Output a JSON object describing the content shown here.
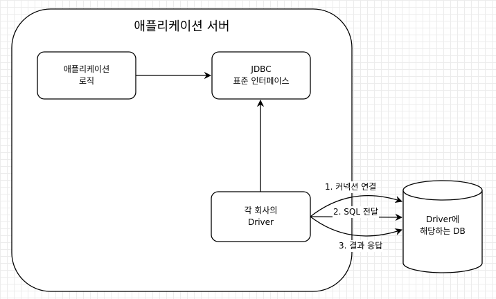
{
  "container": {
    "title": "애플리케이션 서버"
  },
  "nodes": {
    "app_logic": {
      "line1": "애플리케이션",
      "line2": "로직"
    },
    "jdbc": {
      "line1": "JDBC",
      "line2": "표준 인터페이스"
    },
    "driver": {
      "line1": "각 회사의",
      "line2": "Driver"
    },
    "database": {
      "line1": "Driver에",
      "line2": "해당하는 DB"
    }
  },
  "edges": {
    "connection": "1. 커넥션 연결",
    "sql": "2. SQL 전달",
    "result": "3. 결과 응답"
  }
}
